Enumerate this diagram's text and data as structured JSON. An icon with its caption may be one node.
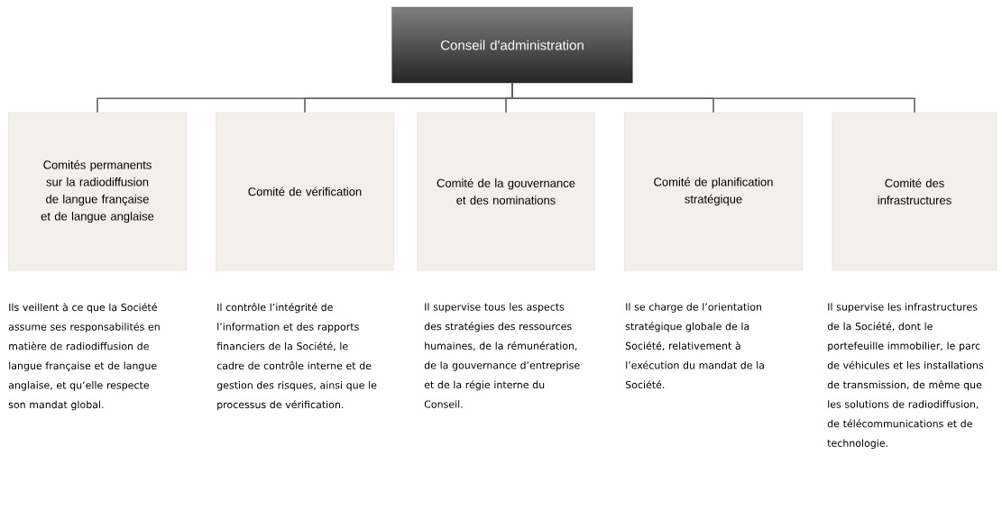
{
  "diagram": {
    "nodes": [
      {
        "text": [
          "Conseil d'administration"
        ]
      },
      {
        "text": [
          "Comités permanents sur la radiodiffusion de langue française et de langue anglaise"
        ],
        "beside": [
          "Ils veillent à ce que la Société assume ses responsabilités en matière de radiodiffusion de langue française et de langue anglaise, et qu’elle respecte son mandat global."
        ]
      },
      {
        "text": [
          "Comité de vérification"
        ],
        "beside": [
          "Il contrôle l’intégrité de l’information et des rapports financiers de la Société, le cadre de contrôle interne et de gestion des risques, ainsi que le processus de vérification."
        ]
      },
      {
        "text": [
          "Comité de la gouvernance et des nominations"
        ],
        "beside": [
          "Il supervise tous les aspects des stratégies des ressources humaines, de la rémunération, de la gouvernance d’entreprise et de la régie interne du Conseil."
        ]
      },
      {
        "text": [
          "Comité de planification stratégique"
        ],
        "beside": [
          "Il se charge de l’orientation stratégique globale de la Société, relativement à l’exécution du mandat de la Société."
        ]
      },
      {
        "text": [
          "Comité des infrastructures"
        ],
        "beside": [
          "Il supervise les infrastructures de la Société, dont le portefeuille immobilier, le parc de véhicules et les installations de transmission, de même que les solutions de radiodiffusion, de télécommunications et de technologie."
        ]
      }
    ],
    "edges": [
      {
        "from": 0,
        "to": 1,
        "arrow": "none"
      },
      {
        "from": 0,
        "to": 2,
        "arrow": "none"
      },
      {
        "from": 0,
        "to": 3,
        "arrow": "none"
      },
      {
        "from": 0,
        "to": 4,
        "arrow": "none"
      },
      {
        "from": 0,
        "to": 5,
        "arrow": "none"
      }
    ]
  }
}
